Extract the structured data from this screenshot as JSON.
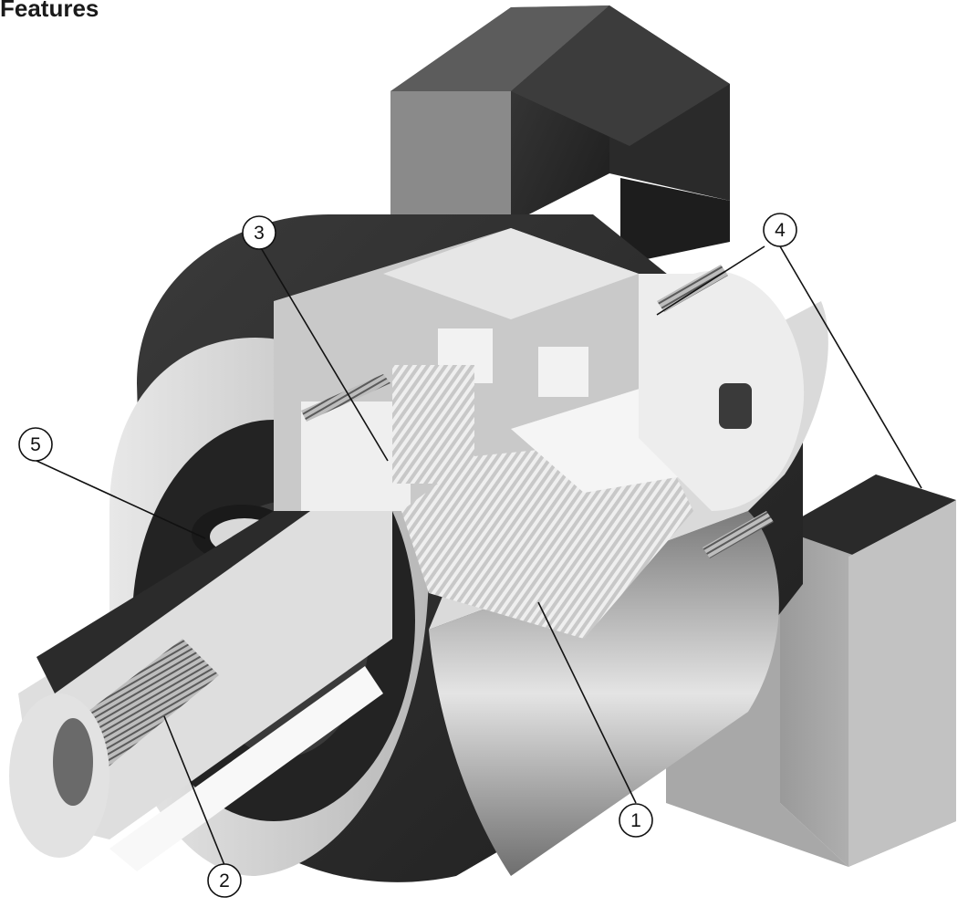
{
  "heading": "Features",
  "callouts": [
    {
      "id": "1",
      "label": "1"
    },
    {
      "id": "2",
      "label": "2"
    },
    {
      "id": "3",
      "label": "3"
    },
    {
      "id": "4",
      "label": "4"
    },
    {
      "id": "5",
      "label": "5"
    }
  ],
  "colors": {
    "ink": "#111111",
    "dark": "#2a2a2a",
    "mid": "#8c8c8c",
    "light": "#d9d9d9",
    "white": "#f4f4f4"
  }
}
